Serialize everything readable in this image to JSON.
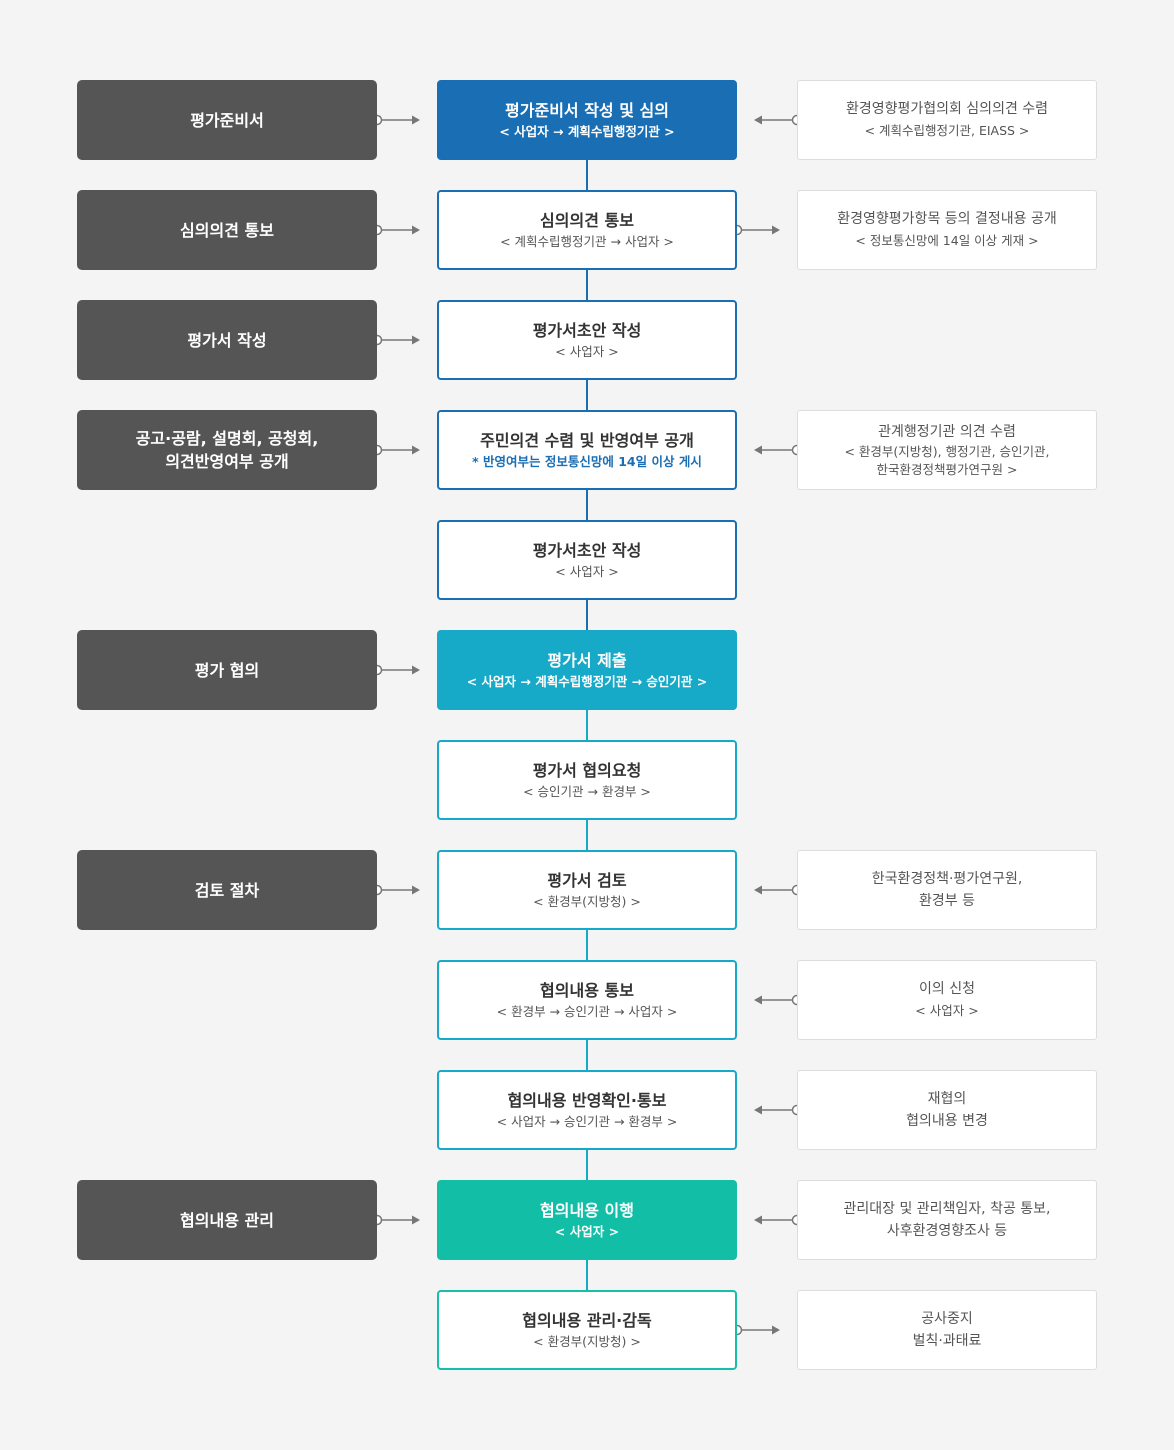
{
  "rows": [
    {
      "left": [
        "평가준비서"
      ],
      "center": {
        "title": "평가준비서 작성 및 심의",
        "sub": [
          "< 사업자 → 계획수립행정기관 >"
        ]
      },
      "right": {
        "lines": [
          "환경영향평가협의회 심의의견 수렴",
          "< 계획수립행정기관, EIASS >"
        ]
      }
    },
    {
      "left": [
        "심의의견 통보"
      ],
      "center": {
        "title": "심의의견 통보",
        "sub": [
          "< 계획수립행정기관 → 사업자 >"
        ]
      },
      "right": {
        "lines": [
          "환경영향평가항목 등의 결정내용 공개",
          "< 정보통신망에 14일 이상 게재 >"
        ]
      }
    },
    {
      "left": [
        "평가서 작성"
      ],
      "center": {
        "title": "평가서초안 작성",
        "sub": [
          "< 사업자 >"
        ]
      },
      "right": null
    },
    {
      "left": [
        "공고·공람, 설명회, 공청회,",
        "의견반영여부 공개"
      ],
      "center": {
        "title": "주민의견 수렴 및 반영여부 공개",
        "sub": [
          "* 반영여부는 정보통신망에 14일 이상 게시"
        ]
      },
      "right": {
        "lines": [
          "관계행정기관 의견 수렴",
          "< 환경부(지방청), 행정기관, 승인기관,",
          "한국환경정책평가연구원 >"
        ]
      }
    },
    {
      "left": null,
      "center": {
        "title": "평가서초안 작성",
        "sub": [
          "< 사업자 >"
        ]
      },
      "right": null
    },
    {
      "left": [
        "평가 협의"
      ],
      "center": {
        "title": "평가서 제출",
        "sub": [
          "< 사업자 → 계획수립행정기관 → 승인기관 >"
        ]
      },
      "right": null
    },
    {
      "left": null,
      "center": {
        "title": "평가서 협의요청",
        "sub": [
          "< 승인기관 → 환경부 >"
        ]
      },
      "right": null
    },
    {
      "left": [
        "검토 절차"
      ],
      "center": {
        "title": "평가서 검토",
        "sub": [
          "< 환경부(지방청) >"
        ]
      },
      "right": {
        "lines": [
          "한국환경정책·평가연구원,",
          "환경부 등"
        ]
      }
    },
    {
      "left": null,
      "center": {
        "title": "협의내용 통보",
        "sub": [
          "< 환경부 → 승인기관 → 사업자 >"
        ]
      },
      "right": {
        "lines": [
          "이의 신청",
          "< 사업자 >"
        ]
      }
    },
    {
      "left": null,
      "center": {
        "title": "협의내용 반영확인·통보",
        "sub": [
          "< 사업자 → 승인기관 → 환경부 >"
        ]
      },
      "right": {
        "lines": [
          "재협의",
          "협의내용 변경"
        ]
      }
    },
    {
      "left": [
        "협의내용 관리"
      ],
      "center": {
        "title": "협의내용 이행",
        "sub": [
          "< 사업자 >"
        ]
      },
      "right": {
        "lines": [
          "관리대장 및 관리책임자, 착공 통보,",
          "사후환경영향조사 등"
        ]
      }
    },
    {
      "left": null,
      "center": {
        "title": "협의내용 관리·감독",
        "sub": [
          "< 환경부(지방청) >"
        ]
      },
      "right": {
        "lines": [
          "공사중지",
          "벌칙·과태료"
        ]
      }
    }
  ],
  "colors": {
    "left_fill": "#555555",
    "blue": "#1a6eb3",
    "cyan": "#16a9c8",
    "green": "#12bfa6",
    "connector": "#777777",
    "note": "#1a6eb3"
  }
}
